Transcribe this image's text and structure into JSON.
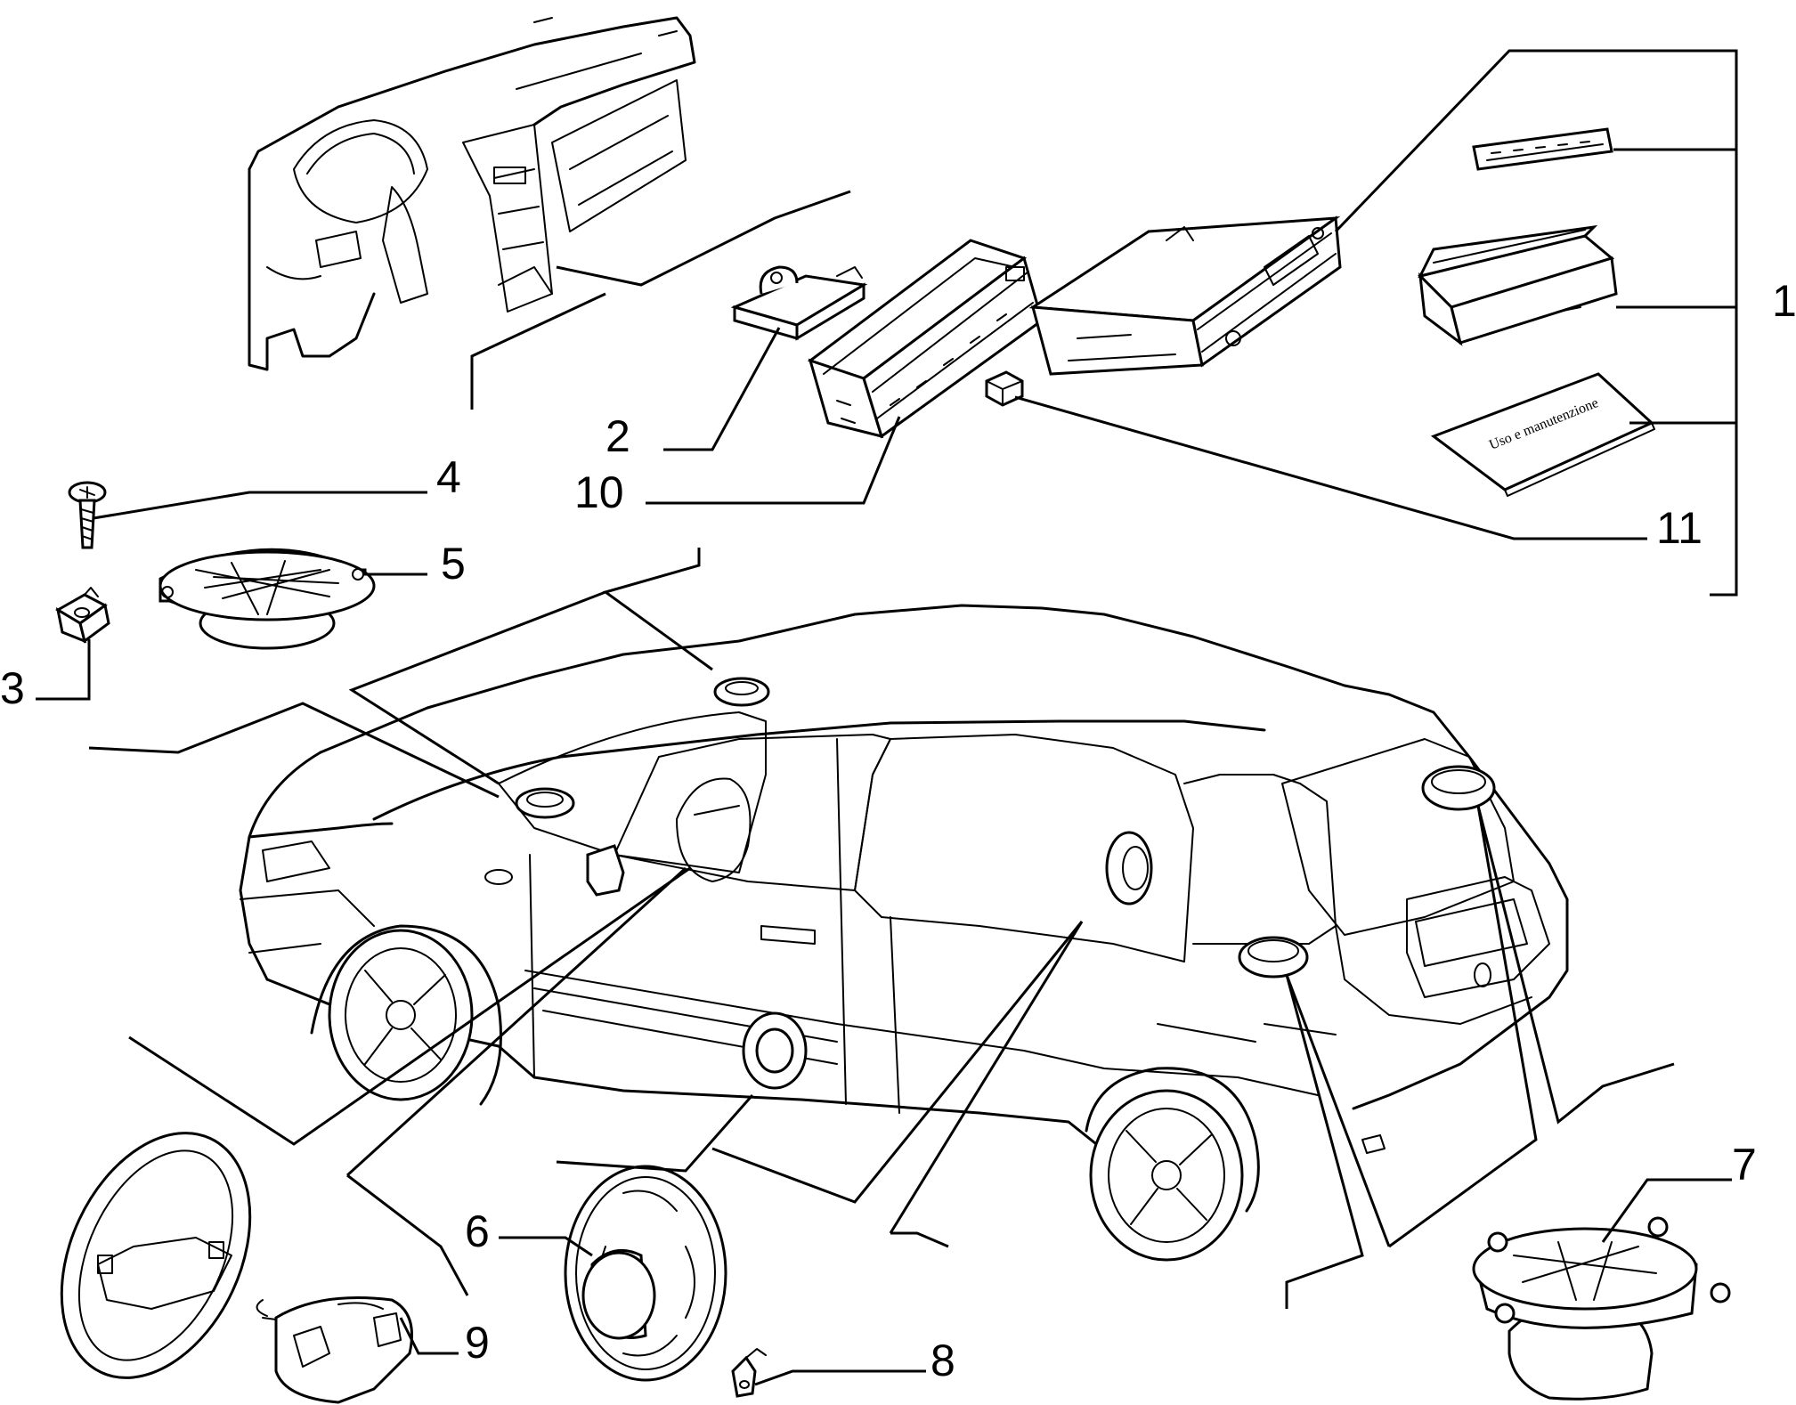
{
  "callouts": [
    {
      "id": "1",
      "text": "1"
    },
    {
      "id": "2",
      "text": "2"
    },
    {
      "id": "3",
      "text": "3"
    },
    {
      "id": "4",
      "text": "4"
    },
    {
      "id": "5",
      "text": "5"
    },
    {
      "id": "6",
      "text": "6"
    },
    {
      "id": "7",
      "text": "7"
    },
    {
      "id": "8",
      "text": "8"
    },
    {
      "id": "9",
      "text": "9"
    },
    {
      "id": "10",
      "text": "10"
    },
    {
      "id": "11",
      "text": "11"
    }
  ],
  "manual_cover_text": "Uso e manutenzione",
  "colors": {
    "ink": "#000000",
    "paper": "#ffffff"
  }
}
